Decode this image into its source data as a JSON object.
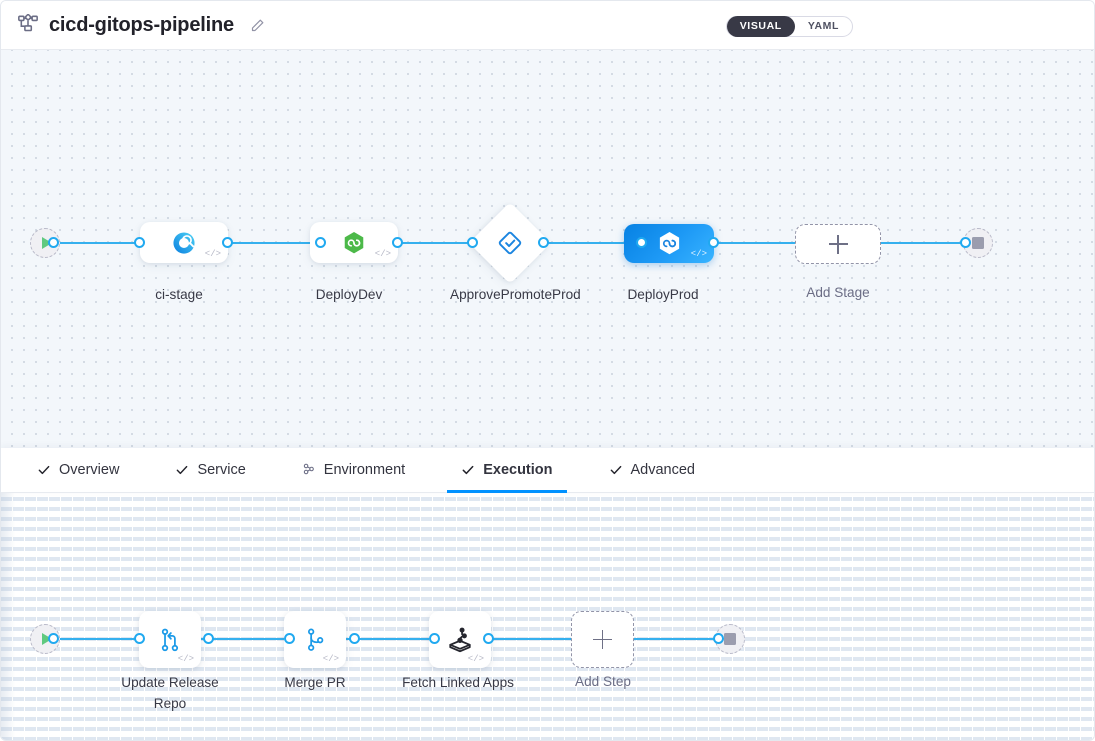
{
  "header": {
    "pipeline_icon": "pipeline-nodes-icon",
    "title": "cicd-gitops-pipeline",
    "edit_icon": "pencil-edit-icon",
    "view_toggle": {
      "options": [
        "VISUAL",
        "YAML"
      ],
      "selected": "VISUAL"
    }
  },
  "stage_graph": {
    "start_node": {
      "name": "pipeline-start",
      "icon": "play-icon"
    },
    "end_node": {
      "name": "pipeline-end",
      "icon": "stop-icon"
    },
    "stages": [
      {
        "label": "ci-stage",
        "icon": "ci-build-icon",
        "type": "rounded",
        "selected": false,
        "code_badge": "</>"
      },
      {
        "label": "DeployDev",
        "icon": "deploy-hexagon-green-icon",
        "type": "rounded",
        "selected": false,
        "code_badge": "</>"
      },
      {
        "label": "ApprovePromoteProd",
        "icon": "approval-diamond-icon",
        "type": "diamond",
        "selected": false,
        "code_badge": ""
      },
      {
        "label": "DeployProd",
        "icon": "deploy-hexagon-white-icon",
        "type": "rounded",
        "selected": true,
        "code_badge": "</>"
      }
    ],
    "add_stage": {
      "label": "Add Stage",
      "icon": "plus-icon"
    }
  },
  "tabs": [
    {
      "label": "Overview",
      "icon": "check-icon",
      "active": false
    },
    {
      "label": "Service",
      "icon": "check-icon",
      "active": false
    },
    {
      "label": "Environment",
      "icon": "cluster-icon",
      "active": false
    },
    {
      "label": "Execution",
      "icon": "check-icon",
      "active": true
    },
    {
      "label": "Advanced",
      "icon": "check-icon",
      "active": false
    }
  ],
  "step_graph": {
    "start_node": {
      "name": "execution-start",
      "icon": "play-icon"
    },
    "end_node": {
      "name": "execution-end",
      "icon": "stop-icon"
    },
    "steps": [
      {
        "label": "Update Release Repo",
        "icon": "git-branch-icon",
        "code_badge": "</>"
      },
      {
        "label": "Merge PR",
        "icon": "pull-request-icon",
        "code_badge": "</>"
      },
      {
        "label": "Fetch Linked Apps",
        "icon": "argo-apps-icon",
        "code_badge": "</>"
      }
    ],
    "add_step": {
      "label": "Add Step",
      "icon": "plus-icon"
    }
  },
  "colors": {
    "accent": "#0091ff",
    "edge": "#35b0ee",
    "selected_node": "#0e8ae8",
    "canvas_bg": "#f3f7fb",
    "toggle_active_bg": "#383946",
    "start_play": "#5fc97f",
    "deploy_green": "#4cb949"
  }
}
